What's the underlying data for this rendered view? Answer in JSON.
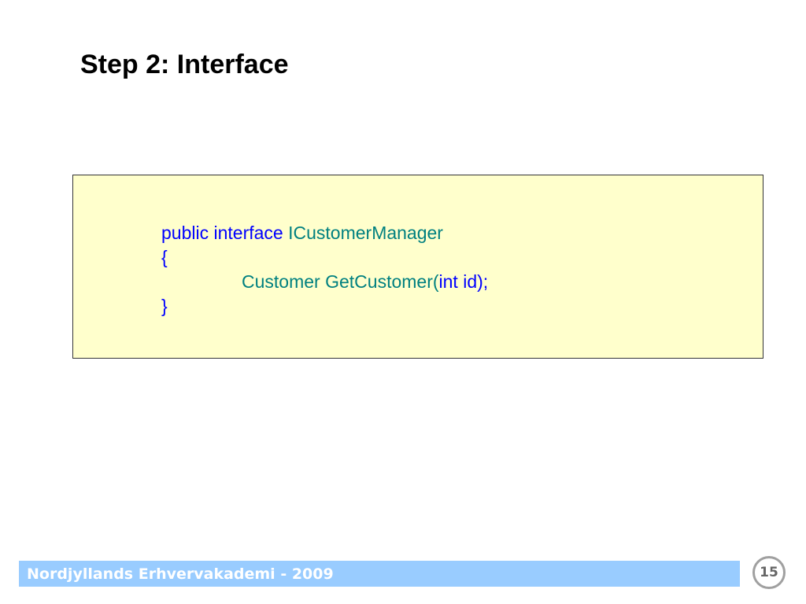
{
  "slide": {
    "title": "Step 2: Interface",
    "code": {
      "line1": {
        "kw_public": "public",
        "kw_interface": "interface",
        "type_name": "ICustomerManager"
      },
      "line2": {
        "brace_open": "{"
      },
      "line3": {
        "return_type": "Customer",
        "method_name": "GetCustomer(",
        "kw_int": "int",
        "param": "id);"
      },
      "line4": {
        "brace_close": "}"
      }
    },
    "footer": {
      "organization": "Nordjyllands Erhvervakademi - 2009",
      "page_number": "15"
    },
    "colors": {
      "keyword": "#0000ff",
      "type": "#008080",
      "code_background": "#ffffcc",
      "footer_bar": "#99ccff"
    }
  }
}
